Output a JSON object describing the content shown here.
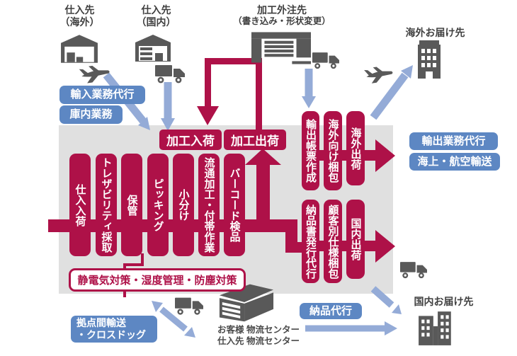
{
  "colors": {
    "crimson": "#ae1148",
    "service_blue": "#5d87c3",
    "arrow_blue": "#94abd7",
    "panel_gray": "#e0e0e0",
    "icon_gray": "#595959",
    "text_dark": "#3f3f3f"
  },
  "suppliers": {
    "overseas": {
      "line1": "仕入先",
      "line2": "（海外）"
    },
    "domestic": {
      "line1": "仕入先",
      "line2": "（国内）"
    },
    "processor": {
      "line1": "加工外注先",
      "line2": "（書き込み・形状変更）"
    }
  },
  "destinations": {
    "overseas": "海外お届け先",
    "domestic": "国内お届け先"
  },
  "services": {
    "import_agency": "輸入業務代行",
    "warehouse_ops": "庫内業務",
    "export_agency": "輸出業務代行",
    "sea_air_transport": "海上・航空輸送",
    "delivery_agency": "納品代行",
    "interbase": {
      "line1": "拠点間輸送",
      "line2": "・クロスドッグ"
    }
  },
  "process": {
    "inbound_label": "加工入荷",
    "outbound_label": "加工出荷",
    "bars": [
      "仕入入荷",
      "トレザビリティ採取",
      "保管",
      "ピッキング",
      "小分け",
      "流通加工・付帯作業",
      "バーコード検品"
    ],
    "export_row": [
      "輸出帳票作成",
      "海外向け梱包",
      "海外出荷"
    ],
    "domestic_row": [
      "納品書発行代行",
      "顧客別仕様梱包",
      "国内出荷"
    ],
    "environment_note": "静電気対策・湿度管理・防塵対策"
  },
  "logistics_center": {
    "line1": "お客様 物流センター",
    "line2": "仕入先 物流センター"
  },
  "icons": [
    "warehouse-icon",
    "airplane-icon",
    "truck-icon",
    "factory-icon",
    "office-building-icon",
    "distribution-center-icon",
    "city-building-icon"
  ]
}
